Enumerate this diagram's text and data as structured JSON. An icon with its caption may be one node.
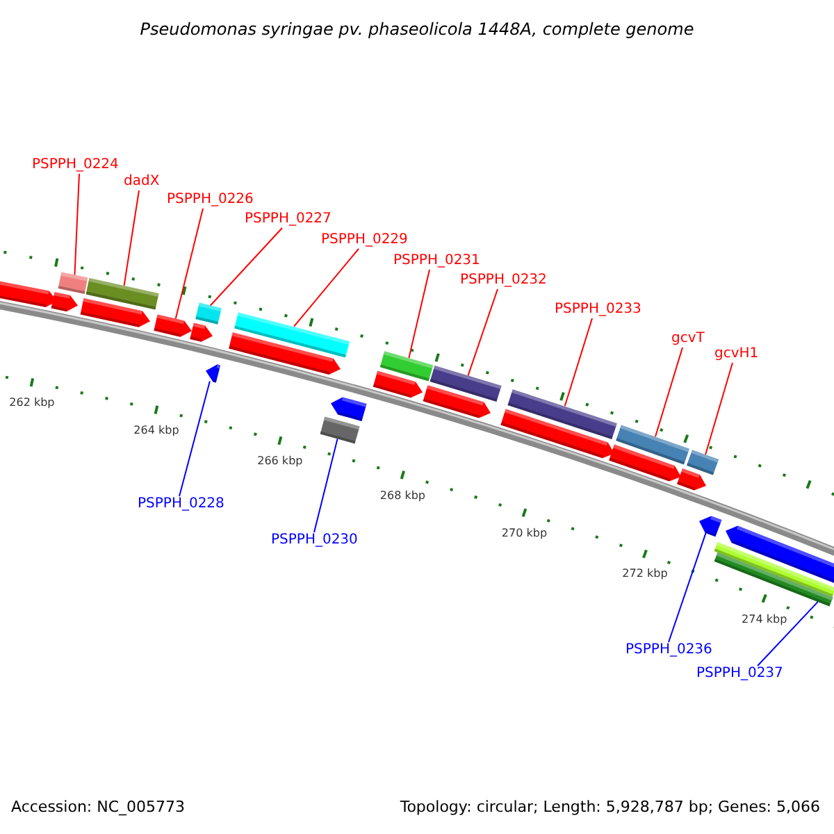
{
  "diagram": {
    "title": "Pseudomonas syringae pv. phaseolicola 1448A, complete genome",
    "nodes": [
      {
        "text": [
          "PSPPH_0224"
        ]
      },
      {
        "text": [
          "dadX"
        ]
      },
      {
        "text": [
          "PSPPH_0226"
        ]
      },
      {
        "text": [
          "PSPPH_0227"
        ]
      },
      {
        "text": [
          "PSPPH_0229"
        ]
      },
      {
        "text": [
          "PSPPH_0231"
        ]
      },
      {
        "text": [
          "PSPPH_0232"
        ]
      },
      {
        "text": [
          "PSPPH_0233"
        ]
      },
      {
        "text": [
          "gcvT"
        ]
      },
      {
        "text": [
          "gcvH1"
        ]
      },
      {
        "text": [
          "PSPPH_0228"
        ]
      },
      {
        "text": [
          "PSPPH_0230"
        ]
      },
      {
        "text": [
          "PSPPH_0236"
        ]
      },
      {
        "text": [
          "PSPPH_0237"
        ]
      },
      {
        "text": [],
        "shape": "bar"
      },
      {
        "text": [],
        "shape": "bar"
      },
      {
        "text": [],
        "shape": "arrow"
      },
      {
        "text": [],
        "shape": "bar"
      },
      {
        "text": [],
        "shape": "bar"
      },
      {
        "text": [],
        "shape": "bar"
      },
      {
        "text": [],
        "shape": "bar"
      },
      {
        "text": [],
        "shape": "bar"
      },
      {
        "text": [],
        "shape": "bar"
      },
      {
        "text": [],
        "shape": "bar"
      },
      {
        "text": [],
        "shape": "arrow"
      },
      {
        "text": [],
        "shape": "bar"
      },
      {
        "text": [],
        "shape": "arrow"
      },
      {
        "text": [],
        "shape": "bar"
      }
    ],
    "edges": [
      {
        "from": 0,
        "to": 14,
        "arrow": "none"
      },
      {
        "from": 1,
        "to": 15,
        "arrow": "none"
      },
      {
        "from": 2,
        "to": 16,
        "arrow": "none"
      },
      {
        "from": 3,
        "to": 17,
        "arrow": "none"
      },
      {
        "from": 4,
        "to": 18,
        "arrow": "none"
      },
      {
        "from": 5,
        "to": 19,
        "arrow": "none"
      },
      {
        "from": 6,
        "to": 20,
        "arrow": "none"
      },
      {
        "from": 7,
        "to": 21,
        "arrow": "none"
      },
      {
        "from": 8,
        "to": 22,
        "arrow": "none"
      },
      {
        "from": 9,
        "to": 23,
        "arrow": "none"
      },
      {
        "from": 10,
        "to": 24,
        "arrow": "none",
        "color": "#0000ff"
      },
      {
        "from": 11,
        "to": 25,
        "arrow": "none",
        "color": "#0000ff"
      },
      {
        "from": 12,
        "to": 26,
        "arrow": "none",
        "color": "#0000ff"
      },
      {
        "from": 13,
        "to": 27,
        "arrow": "none",
        "color": "#0000ff"
      }
    ],
    "labels": [
      "262 kbp",
      "264 kbp",
      "266 kbp",
      "268 kbp",
      "270 kbp",
      "272 kbp",
      "274 kbp",
      "Accession: NC_005773",
      "Topology: circular; Length: 5,928,787 bp; Genes: 5,066"
    ]
  }
}
